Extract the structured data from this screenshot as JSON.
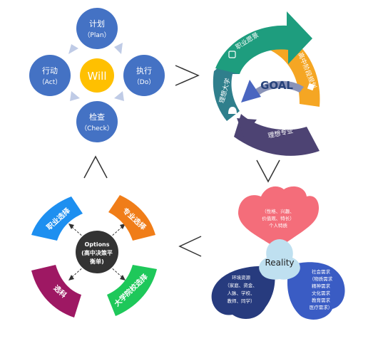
{
  "pdca": {
    "center": "Will",
    "plan": {
      "label": "计划",
      "sub": "（Plan）"
    },
    "do": {
      "label": "执行",
      "sub": "（Do）"
    },
    "check": {
      "label": "检查",
      "sub": "（Check）"
    },
    "act": {
      "label": "行动",
      "sub": "（Act）"
    }
  },
  "goal": {
    "center": "GOAL",
    "career": "职业愿景",
    "highschool": "高中阶段规划",
    "major": "理想专业",
    "university": "理想大学"
  },
  "reality": {
    "center": "Reality",
    "top": [
      "（性格、兴趣、",
      "价值观、特长）",
      "个人特质"
    ],
    "left": [
      "环境资源",
      "（家庭、资金、",
      "人脉、学校、",
      "教师、同学）"
    ],
    "right": [
      "社会需求",
      "（物质需求",
      "精神需求",
      "文化需求",
      "教育需求",
      "医疗需求）"
    ]
  },
  "options": {
    "center": [
      "Options",
      "(高中决策平",
      "衡单)"
    ],
    "career": "职业选择",
    "major": "专业选择",
    "university": "大学院校选择",
    "subject": "选科"
  },
  "colors": {
    "pdca_circle": "#4472c4",
    "will": "#ffc000",
    "goal_green": "#1e9d7e",
    "goal_orange": "#f5a623",
    "goal_purple": "#4d4373",
    "goal_teal": "#2f7f8c",
    "reality_pink": "#f46d7a",
    "reality_navy": "#273b7e",
    "reality_blue": "#3a5cc4",
    "reality_light": "#bfe0f0",
    "opt_blue": "#1d8ff0",
    "opt_orange": "#f07d18",
    "opt_green": "#1ec85a",
    "opt_maroon": "#9e1863",
    "opt_center": "#333333"
  }
}
